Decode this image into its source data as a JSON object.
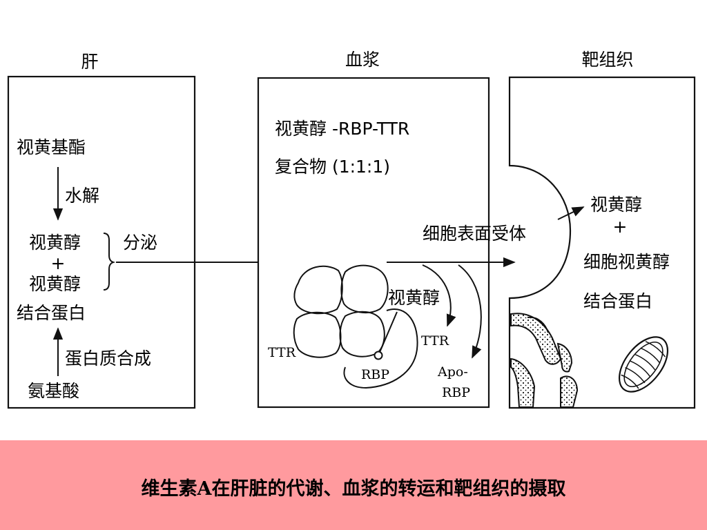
{
  "titles": {
    "liver": "肝",
    "plasma": "血浆",
    "target": "靶组织"
  },
  "liver": {
    "retinyl_ester": "视黄基酯",
    "hydrolysis": "水解",
    "retinol": "视黄醇",
    "plus": "+",
    "rbp_line1": "视黄醇",
    "rbp_line2": "结合蛋白",
    "protein_synthesis": "蛋白质合成",
    "amino_acids": "氨基酸",
    "secretion": "分泌"
  },
  "plasma": {
    "complex_line1": "视黄醇 -RBP-TTR",
    "complex_line2": "复合物 (1:1:1)",
    "receptor": "细胞表面受体",
    "retinol": "视黄醇",
    "ttr_protein": "TTR",
    "ttr_released": "TTR",
    "rbp": "RBP",
    "apo_line1": "Apo-",
    "apo_line2": "RBP"
  },
  "target": {
    "retinol": "视黄醇",
    "plus": "+",
    "crbp_line1": "细胞视黄醇",
    "crbp_line2": "结合蛋白"
  },
  "footer": {
    "caption": "维生素A在肝脏的代谢、血浆的转运和靶组织的摄取",
    "background": "#ff9a9e"
  }
}
